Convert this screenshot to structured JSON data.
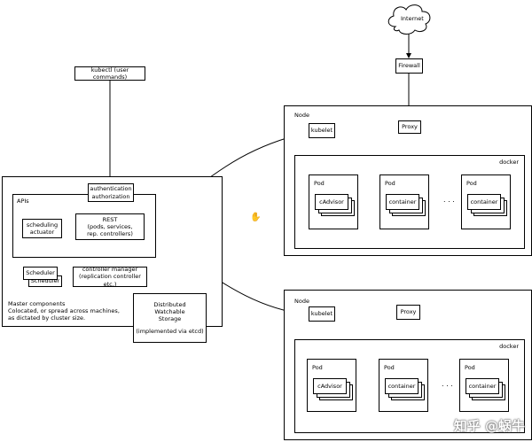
{
  "internet": {
    "label": "Internet"
  },
  "firewall": {
    "label": "Firewall"
  },
  "kubectl": {
    "label": "kubectl (user commands)"
  },
  "master": {
    "apis_label": "APIs",
    "auth": {
      "line1": "authentication",
      "line2": "authorization"
    },
    "rest": {
      "line1": "REST",
      "line2": "(pods, services,",
      "line3": "rep. controllers)"
    },
    "scheduling": {
      "line1": "scheduling",
      "line2": "actuator"
    },
    "scheduler_front": "Scheduler",
    "scheduler_back": "Scheduler",
    "controller_manager": {
      "line1": "controller manager",
      "line2": "(replication controller etc.)"
    },
    "components_text": {
      "line1": "Master components",
      "line2": "Colocated, or spread across machines,",
      "line3": "as dictated by cluster size."
    }
  },
  "storage": {
    "line1": "Distributed",
    "line2": "Watchable",
    "line3": "Storage",
    "line4": "(implemented via etcd)"
  },
  "nodes": [
    {
      "node_label": "Node",
      "kubelet": "kubelet",
      "proxy": "Proxy",
      "docker_label": "docker",
      "pods": [
        {
          "pod_label": "Pod",
          "container": "cAdvisor"
        },
        {
          "pod_label": "Pod",
          "container": "container"
        },
        {
          "pod_label": "Pod",
          "container": "container"
        }
      ],
      "ellipsis": ". . ."
    },
    {
      "node_label": "Node",
      "kubelet": "kubelet",
      "proxy": "Proxy",
      "docker_label": "docker",
      "pods": [
        {
          "pod_label": "Pod",
          "container": "cAdvisor"
        },
        {
          "pod_label": "Pod",
          "container": "container"
        },
        {
          "pod_label": "Pod",
          "container": "container"
        }
      ],
      "ellipsis": ". . ."
    }
  ],
  "watermark": "知乎 @蜗牛"
}
